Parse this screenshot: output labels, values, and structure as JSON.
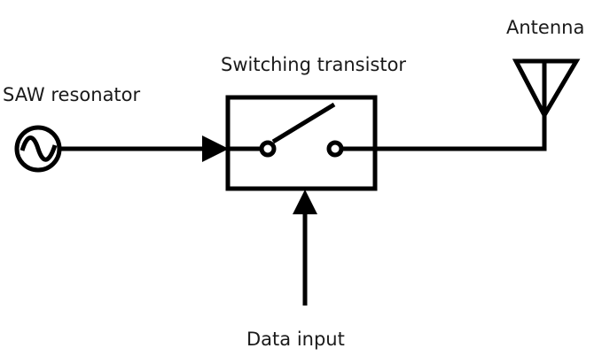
{
  "diagram": {
    "title": "SAW transmitter block diagram",
    "labels": {
      "saw_resonator": "SAW resonator",
      "switching_transistor": "Switching transistor",
      "antenna": "Antenna",
      "data_input": "Data input"
    },
    "nodes": [
      {
        "id": "saw_resonator",
        "type": "oscillator-source",
        "icon": "sine-source-icon"
      },
      {
        "id": "switching_transistor",
        "type": "switch-box",
        "icon": "open-switch-icon"
      },
      {
        "id": "antenna",
        "type": "antenna",
        "icon": "antenna-icon"
      },
      {
        "id": "data_input",
        "type": "input-terminal"
      }
    ],
    "edges": [
      {
        "from": "saw_resonator",
        "to": "switching_transistor",
        "arrow": true
      },
      {
        "from": "switching_transistor",
        "to": "antenna",
        "arrow": false
      },
      {
        "from": "data_input",
        "to": "switching_transistor",
        "arrow": true
      }
    ],
    "colors": {
      "line": "#000000",
      "text": "#1a1a1a",
      "background": "#ffffff"
    }
  }
}
